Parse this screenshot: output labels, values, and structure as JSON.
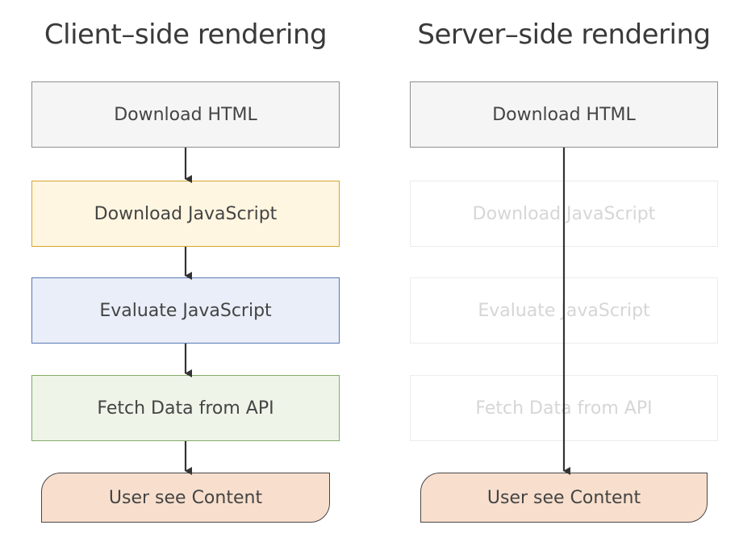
{
  "client": {
    "title": "Client–side rendering",
    "steps": {
      "download_html": "Download HTML",
      "download_js": "Download JavaScript",
      "evaluate_js": "Evaluate JavaScript",
      "fetch_data": "Fetch Data from API",
      "user_content": "User see Content"
    }
  },
  "server": {
    "title": "Server–side rendering",
    "steps": {
      "download_html": "Download HTML",
      "download_js": "Download JavaScript",
      "evaluate_js": "Evaluate JavaScript",
      "fetch_data": "Fetch Data from API",
      "user_content": "User see Content"
    }
  },
  "colors": {
    "html_fill": "#f5f5f5",
    "download_js_fill": "#fff6e1",
    "evaluate_js_fill": "#e9eef8",
    "fetch_data_fill": "#eef4e8",
    "user_content_fill": "#f8dfcd",
    "arrow": "#333333"
  }
}
